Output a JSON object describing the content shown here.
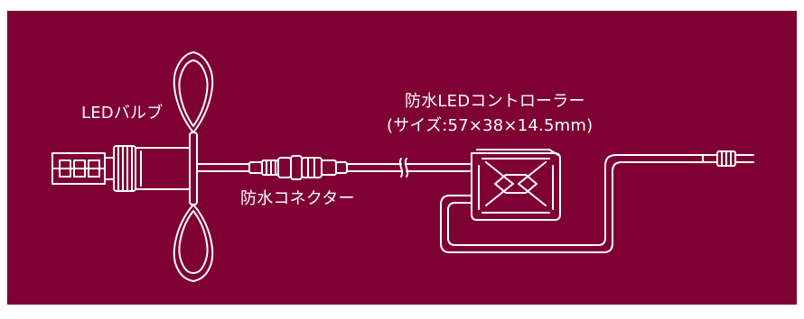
{
  "labels": {
    "led_bulb": "LEDバルブ",
    "controller_title": "防水LEDコントローラー",
    "controller_size": "(サイズ:57×38×14.5mm)",
    "connector": "防水コネクター"
  },
  "colors": {
    "background": "#7f0032",
    "line": "#ffffff"
  }
}
